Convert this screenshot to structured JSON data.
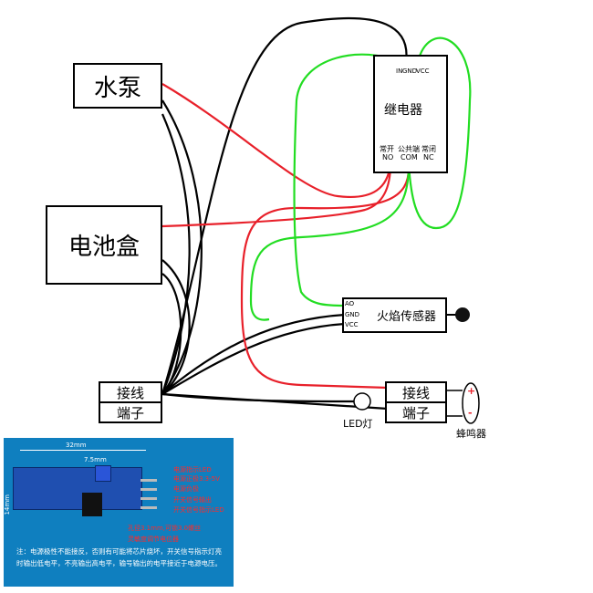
{
  "blocks": {
    "pump": "水泵",
    "battery": "电池盒",
    "terminal_left": [
      "接线",
      "端子"
    ],
    "terminal_right": [
      "接线",
      "端子"
    ],
    "relay_title": "继电器",
    "relay_pins_top": [
      "IN",
      "GND",
      "VCC"
    ],
    "relay_pins_bottom": [
      {
        "cn": "常开",
        "en": "NO"
      },
      {
        "cn": "公共端",
        "en": "COM"
      },
      {
        "cn": "常闭",
        "en": "NC"
      }
    ],
    "flame_sensor": "火焰传感器",
    "flame_pins": [
      "AO",
      "GND",
      "VCC"
    ],
    "led": "LED灯",
    "buzzer": "蜂鸣器",
    "buzzer_signs": [
      "+",
      "-"
    ]
  },
  "photo": {
    "dim_width": "32mm",
    "dim_pot": "7.5mm",
    "dim_height": "14mm",
    "annotations": [
      "电源指示LED",
      "电源正极3.3-5V",
      "电源负极",
      "开关信号输出",
      "开关信号指示LED",
      "孔径3.1mm,可锁3.0螺丝",
      "灵敏度调节电位器"
    ],
    "note": "注：电源极性不能接反，否则有可能将芯片烧坏，开关信号指示灯亮时输出低电平，不亮输出高电平，输号输出的电平接近于电源电压。"
  },
  "colors": {
    "red_wire": "#e8202a",
    "black_wire": "#000000",
    "green_wire": "#22dd22",
    "photo_bg": "#0f7fbf",
    "annotation": "#ff2a2a"
  }
}
